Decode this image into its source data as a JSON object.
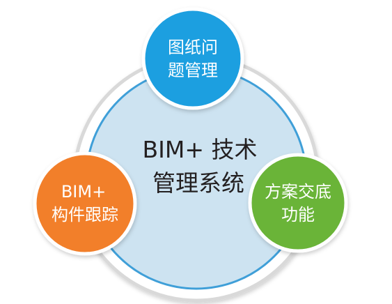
{
  "center": {
    "line1": "BIM+ 技术",
    "line2": "管理系统"
  },
  "nodes": [
    {
      "id": "drawing-issue-management",
      "line1": "图纸问",
      "line2": "题管理",
      "color": "#1f9fe0"
    },
    {
      "id": "bim-component-tracking",
      "line1": "BIM+",
      "line2": "构件跟踪",
      "color": "#f27f2a"
    },
    {
      "id": "solution-handover",
      "line1": "方案交底",
      "line2": "功能",
      "color": "#6ab437"
    }
  ],
  "colors": {
    "center_fill": "#cde3f1",
    "inner_ring": "#3f9fd8",
    "outer_ring": "#d9d9d9"
  }
}
